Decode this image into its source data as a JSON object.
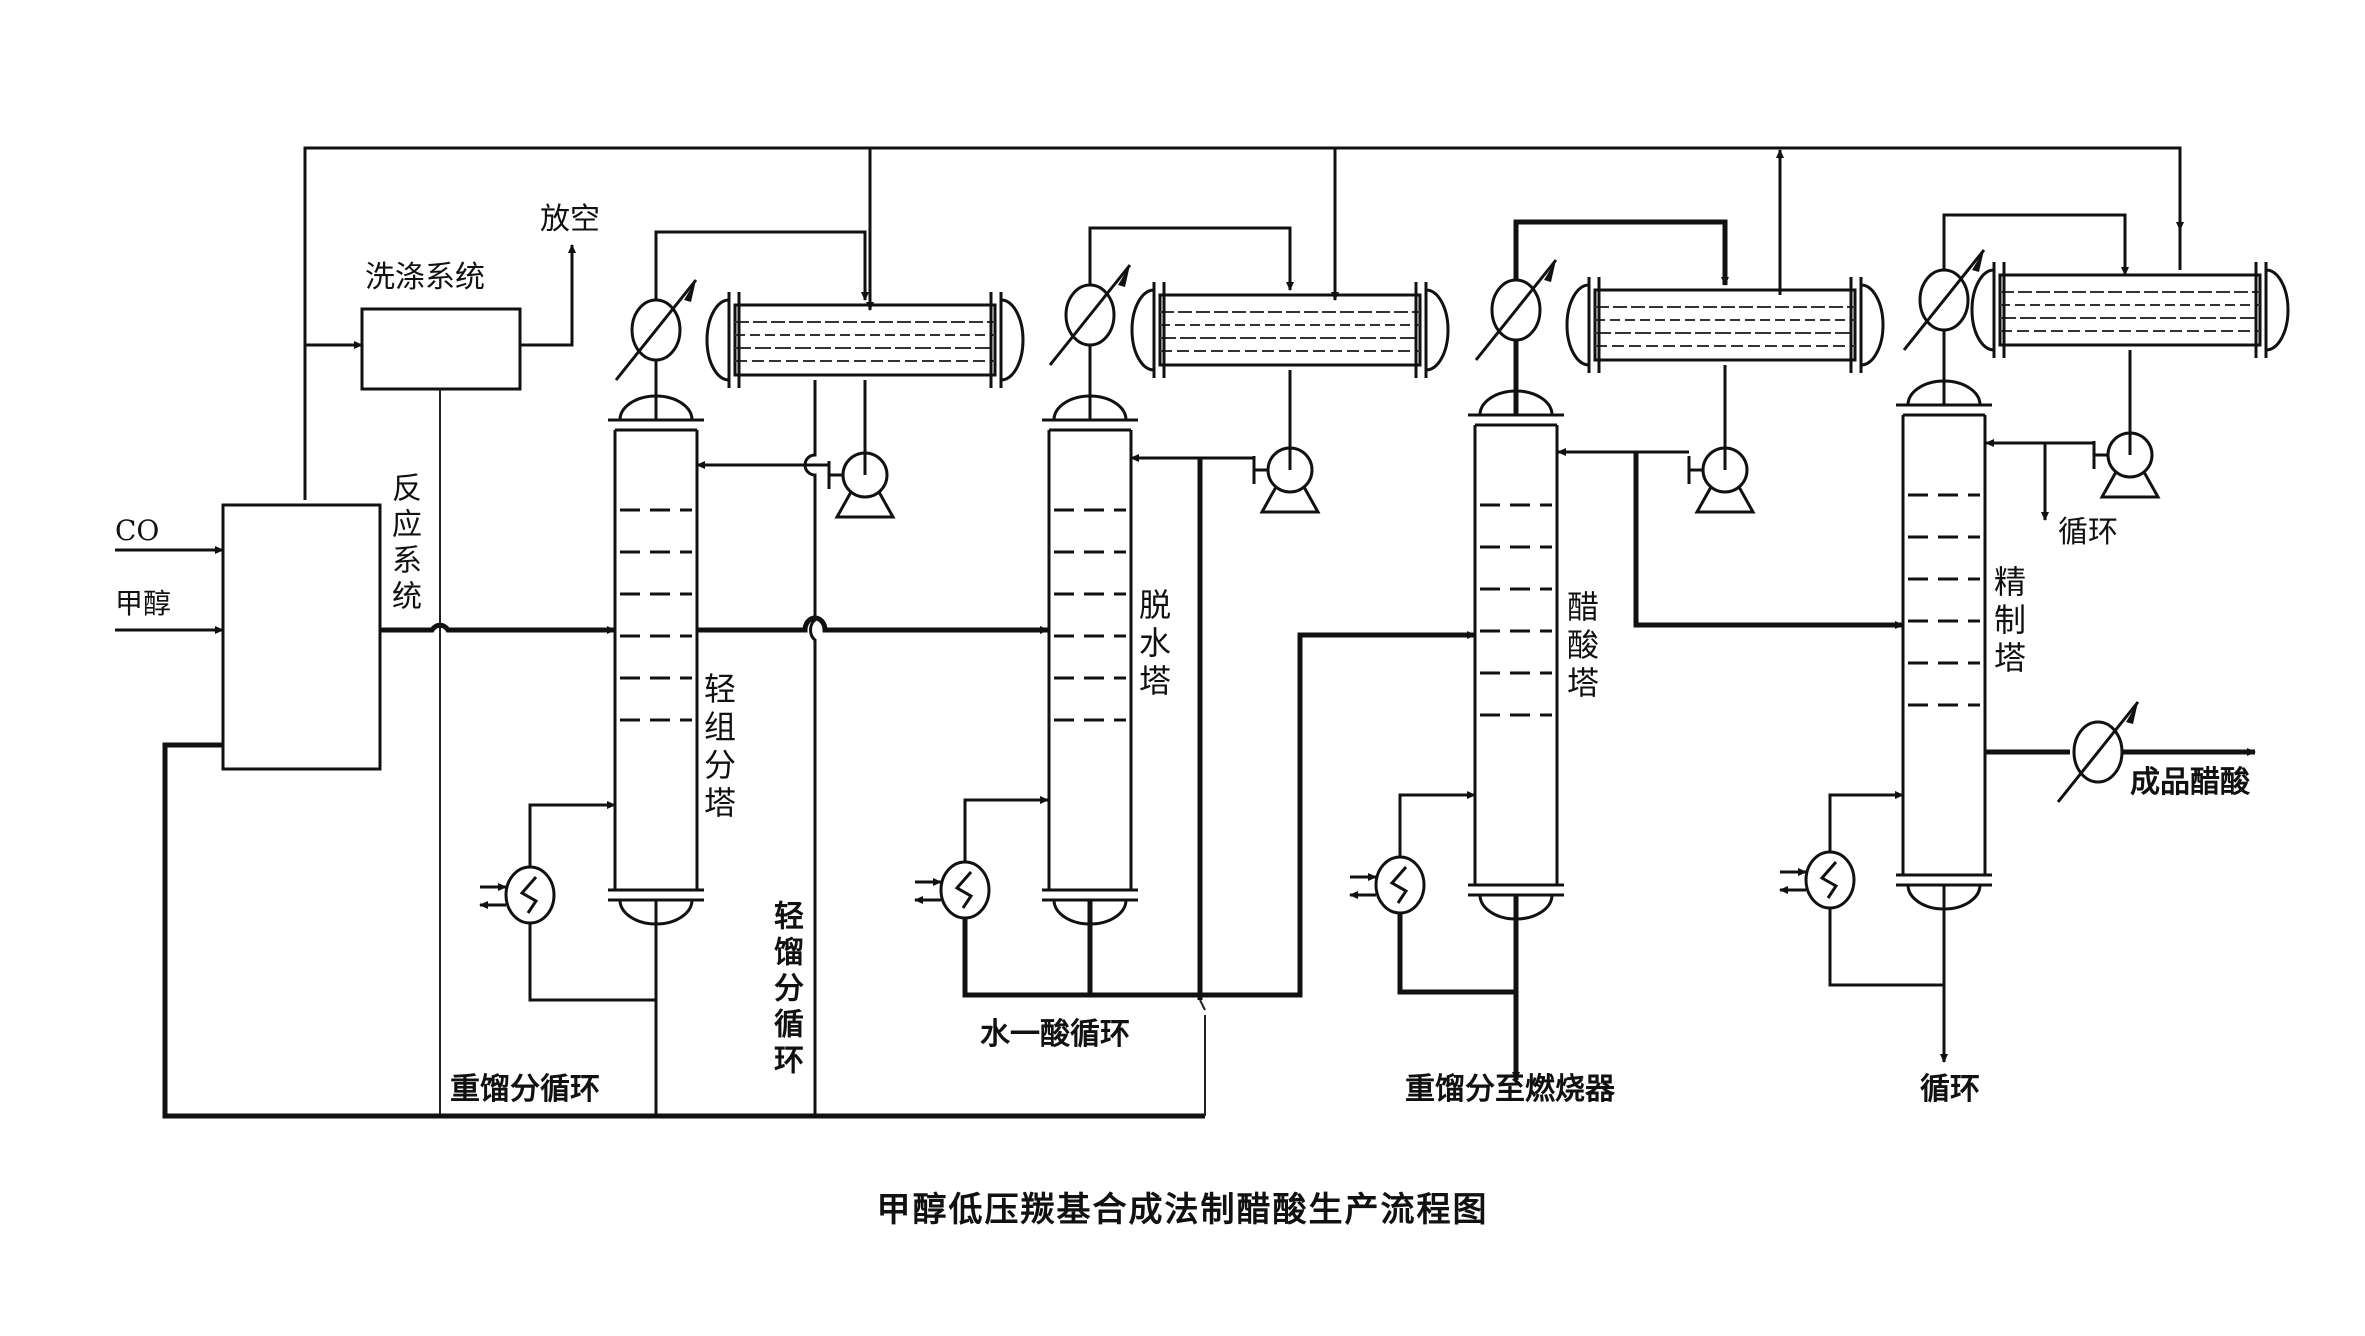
{
  "diagram": {
    "type": "process flow diagram",
    "caption": "甲醇低压羰基合成法制醋酸生产流程图",
    "inputs": {
      "co": "CO",
      "methanol": "甲醇"
    },
    "units": {
      "reactor": "反应系统",
      "scrubber": "洗涤系统",
      "vent": "放空",
      "column_1": "轻组分塔",
      "column_2": "脱水塔",
      "column_3": "醋酸塔",
      "column_4": "精制塔"
    },
    "streams": {
      "heavy_recycle": "重馏分循环",
      "light_recycle": "轻馏分循环",
      "water_acid_recycle": "水一酸循环",
      "heavy_to_burner": "重馏分至燃烧器",
      "recycle_bottom": "循环",
      "recycle_top": "循环",
      "product": "成品醋酸"
    },
    "nodes": [
      {
        "id": "reactor",
        "label": "反应系统"
      },
      {
        "id": "scrubber",
        "label": "洗涤系统"
      },
      {
        "id": "col1",
        "label": "轻组分塔"
      },
      {
        "id": "col2",
        "label": "脱水塔"
      },
      {
        "id": "col3",
        "label": "醋酸塔"
      },
      {
        "id": "col4",
        "label": "精制塔"
      }
    ],
    "edges": [
      {
        "from": "CO",
        "to": "reactor"
      },
      {
        "from": "甲醇",
        "to": "reactor"
      },
      {
        "from": "reactor",
        "to": "scrubber"
      },
      {
        "from": "scrubber",
        "to": "放空"
      },
      {
        "from": "reactor",
        "to": "col1"
      },
      {
        "from": "col1",
        "to": "col2"
      },
      {
        "from": "col2",
        "to": "col3"
      },
      {
        "from": "col3",
        "to": "col4"
      },
      {
        "from": "col4",
        "to": "成品醋酸"
      },
      {
        "from": "col1",
        "to": "reactor",
        "label": "重馏分循环"
      },
      {
        "from": "col1",
        "to": "reactor",
        "label": "轻馏分循环"
      },
      {
        "from": "col2",
        "to": "reactor",
        "label": "水一酸循环"
      },
      {
        "from": "col3",
        "to": "burner",
        "label": "重馏分至燃烧器"
      },
      {
        "from": "col4",
        "to": "recycle",
        "label": "循环"
      }
    ]
  }
}
